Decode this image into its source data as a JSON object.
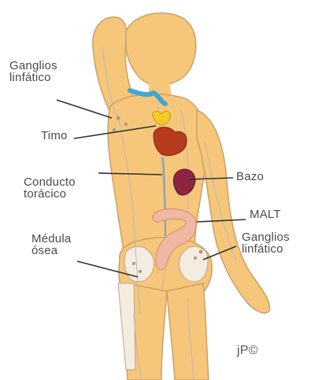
{
  "labels": {
    "ganglios_left": "Ganglios\nlinfático",
    "timo": "Timo",
    "conducto": "Conducto\ntorácico",
    "medula": "Médula\nósea",
    "bazo": "Bazo",
    "malt": "MALT",
    "ganglios_right": "Ganglios\nlinfático",
    "signature": "jP©"
  },
  "colors": {
    "skin": "#f6c77a",
    "skin_shadow": "#e9a94d",
    "outline": "#caa067",
    "lymph": "#bfbfbf",
    "heart": "#b83a1e",
    "thymus": "#f4c92c",
    "spleen": "#8e2440",
    "intestine": "#f0b7a2",
    "vessel_blue": "#3fa6d6",
    "leader": "#333333"
  }
}
